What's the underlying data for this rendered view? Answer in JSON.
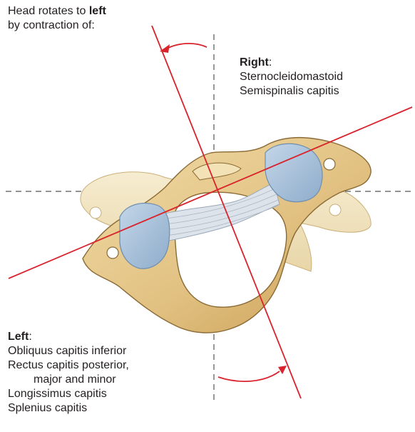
{
  "caption": {
    "prefix": "Head rotates to ",
    "emphasis": "left",
    "line2": "by contraction of:"
  },
  "right_group": {
    "heading": "Right",
    "colon": ":",
    "muscles": [
      "Sternocleidomastoid",
      "Semispinalis capitis"
    ]
  },
  "left_group": {
    "heading": "Left",
    "colon": ":",
    "muscles": [
      "Obliquus capitis inferior",
      "Rectus capitis posterior,",
      "major and minor",
      "Longissimus capitis",
      "Splenius capitis"
    ]
  },
  "colors": {
    "bone": "#e6c98b",
    "bone_dark": "#c9a25c",
    "bone_outline": "#8a6a35",
    "cartilage": "#a9c4dc",
    "cartilage_outline": "#6f8fae",
    "ligament": "#d6dde6",
    "axis_line": "#d9232d",
    "reference_line": "#555555"
  }
}
